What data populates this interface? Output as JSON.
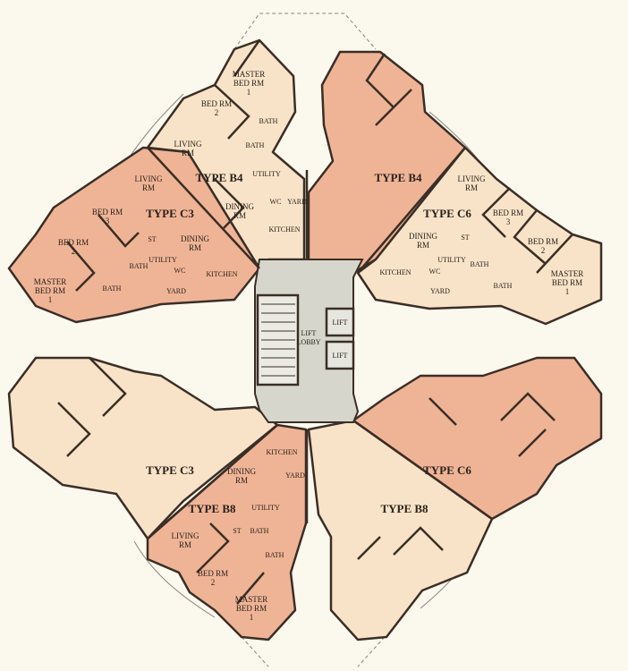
{
  "colors": {
    "unit_salmon": "#efb496",
    "unit_cream": "#f8e3c8",
    "lobby": "#d6d6cc",
    "background": "#fbf8ee",
    "walls": "#3a2e26"
  },
  "units": {
    "top_left_b4": {
      "type": "TYPE B4",
      "master": [
        "MASTER",
        "BED RM",
        "1"
      ],
      "bed2": [
        "BED RM",
        "2"
      ],
      "living": [
        "LIVING",
        "RM"
      ],
      "dining": [
        "DINING",
        "RM"
      ],
      "bath1": "BATH",
      "bath2": "BATH",
      "utility": "UTILITY",
      "yard": "YARD",
      "wc": "WC",
      "kitchen": "KITCHEN"
    },
    "left_c3": {
      "type": "TYPE C3",
      "master": [
        "MASTER",
        "BED RM",
        "1"
      ],
      "bed2": [
        "BED RM",
        "2"
      ],
      "bed3": [
        "BED RM",
        "3"
      ],
      "living": [
        "LIVING",
        "RM"
      ],
      "dining": [
        "DINING",
        "RM"
      ],
      "bath1": "BATH",
      "bath2": "BATH",
      "utility": "UTILITY",
      "yard": "YARD",
      "wc": "WC",
      "kitchen": "KITCHEN",
      "st": "ST"
    },
    "top_right_b4": {
      "type": "TYPE B4"
    },
    "right_c6": {
      "type": "TYPE C6",
      "master": [
        "MASTER",
        "BED RM",
        "1"
      ],
      "bed2": [
        "BED RM",
        "2"
      ],
      "bed3": [
        "BED RM",
        "3"
      ],
      "living": [
        "LIVING",
        "RM"
      ],
      "dining": [
        "DINING",
        "RM"
      ],
      "bath1": "BATH",
      "bath2": "BATH",
      "utility": "UTILITY",
      "yard": "YARD",
      "wc": "WC",
      "kitchen": "KITCHEN",
      "st": "ST"
    },
    "bottom_left_c3": {
      "type": "TYPE C3"
    },
    "bottom_left_b8": {
      "type": "TYPE B8",
      "master": [
        "MASTER",
        "BED RM",
        "1"
      ],
      "bed2": [
        "BED RM",
        "2"
      ],
      "living": [
        "LIVING",
        "RM"
      ],
      "dining": [
        "DINING",
        "RM"
      ],
      "bath1": "BATH",
      "bath2": "BATH",
      "utility": "UTILITY",
      "yard": "YARD",
      "kitchen": "KITCHEN",
      "st": "ST"
    },
    "bottom_right_b8": {
      "type": "TYPE B8"
    },
    "bottom_right_c6": {
      "type": "TYPE C6"
    }
  },
  "core": {
    "lobby": [
      "LIFT",
      "LOBBY"
    ],
    "lift1": "LIFT",
    "lift2": "LIFT"
  }
}
